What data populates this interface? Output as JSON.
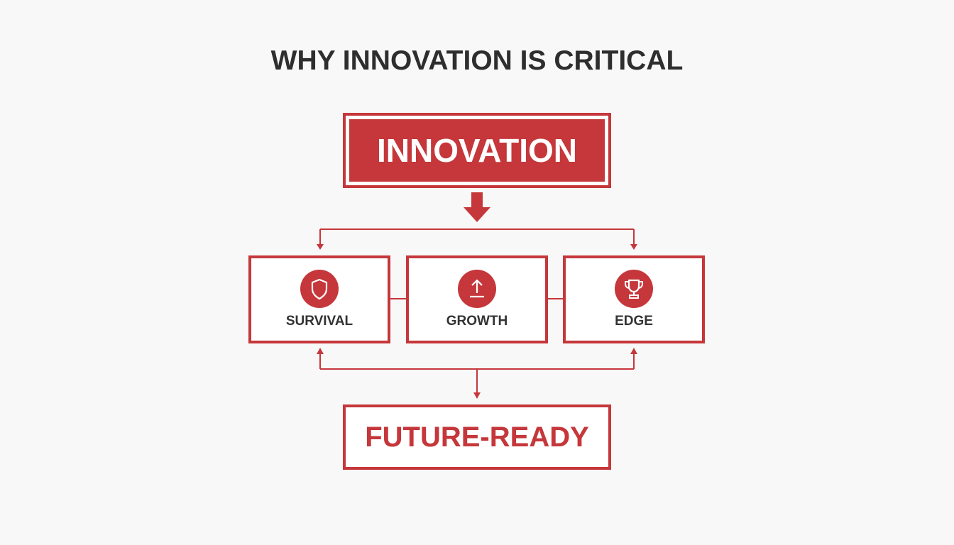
{
  "title": "WHY INNOVATION IS CRITICAL",
  "top_node": {
    "label": "INNOVATION"
  },
  "pillars": [
    {
      "label": "SURVIVAL",
      "icon": "shield-icon"
    },
    {
      "label": "GROWTH",
      "icon": "upload-arrow-icon"
    },
    {
      "label": "EDGE",
      "icon": "trophy-icon"
    }
  ],
  "bottom_node": {
    "label": "FUTURE-READY"
  },
  "colors": {
    "accent": "#c5373a",
    "text": "#2e2e2e",
    "background": "#f8f8f8"
  }
}
